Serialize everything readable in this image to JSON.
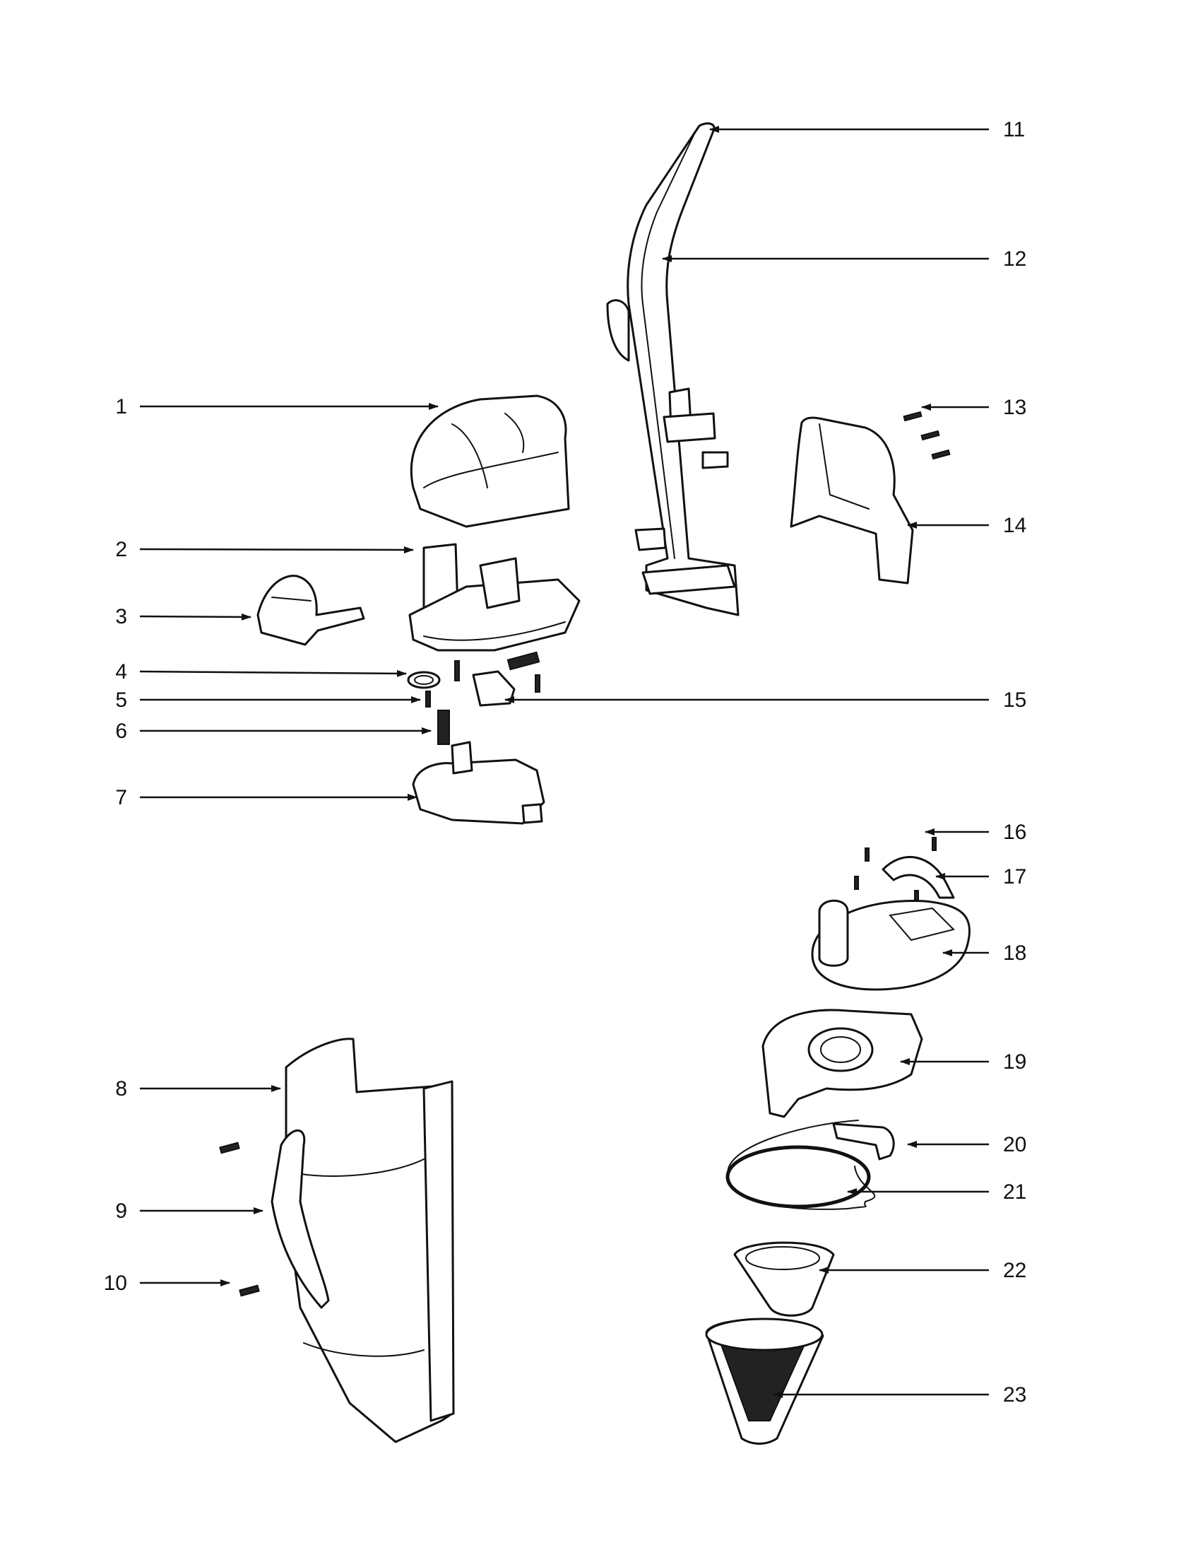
{
  "callouts": [
    {
      "n": "1"
    },
    {
      "n": "2"
    },
    {
      "n": "3"
    },
    {
      "n": "4"
    },
    {
      "n": "5"
    },
    {
      "n": "6"
    },
    {
      "n": "7"
    },
    {
      "n": "8"
    },
    {
      "n": "9"
    },
    {
      "n": "10"
    },
    {
      "n": "11"
    },
    {
      "n": "12"
    },
    {
      "n": "13"
    },
    {
      "n": "14"
    },
    {
      "n": "15"
    },
    {
      "n": "16"
    },
    {
      "n": "17"
    },
    {
      "n": "18"
    },
    {
      "n": "19"
    },
    {
      "n": "20"
    },
    {
      "n": "21"
    },
    {
      "n": "22"
    },
    {
      "n": "23"
    }
  ],
  "colors": {
    "ink": "#111111",
    "paper": "#ffffff"
  }
}
